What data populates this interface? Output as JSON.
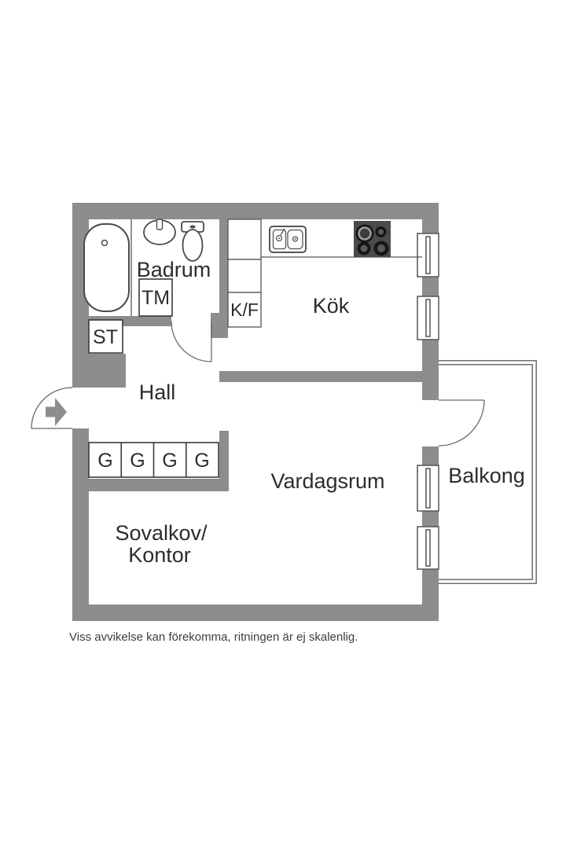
{
  "colors": {
    "wall": "#8b8e8d",
    "fixture_line": "#4a4a4a",
    "counter_line": "#555555",
    "balcony_line": "#6e6e6e",
    "stove_body": "#4b4b4b",
    "burner_dark": "#161616",
    "burner_center": "#5a5a5a",
    "burner_ring": "#9c9c9c",
    "label_text": "#2d2d2d",
    "disclaimer_text": "#3d3d3d",
    "background": "#ffffff"
  },
  "labels": {
    "badrum": "Badrum",
    "tm": "TM",
    "st": "ST",
    "kf": "K/F",
    "kok": "Kök",
    "hall": "Hall",
    "vardagsrum": "Vardagsrum",
    "sovalkov_line1": "Sovalkov/",
    "sovalkov_line2": "Kontor",
    "balkong": "Balkong"
  },
  "wardrobes": [
    "G",
    "G",
    "G",
    "G"
  ],
  "disclaimer": "Viss avvikelse kan förekomma, ritningen är ej skalenlig."
}
